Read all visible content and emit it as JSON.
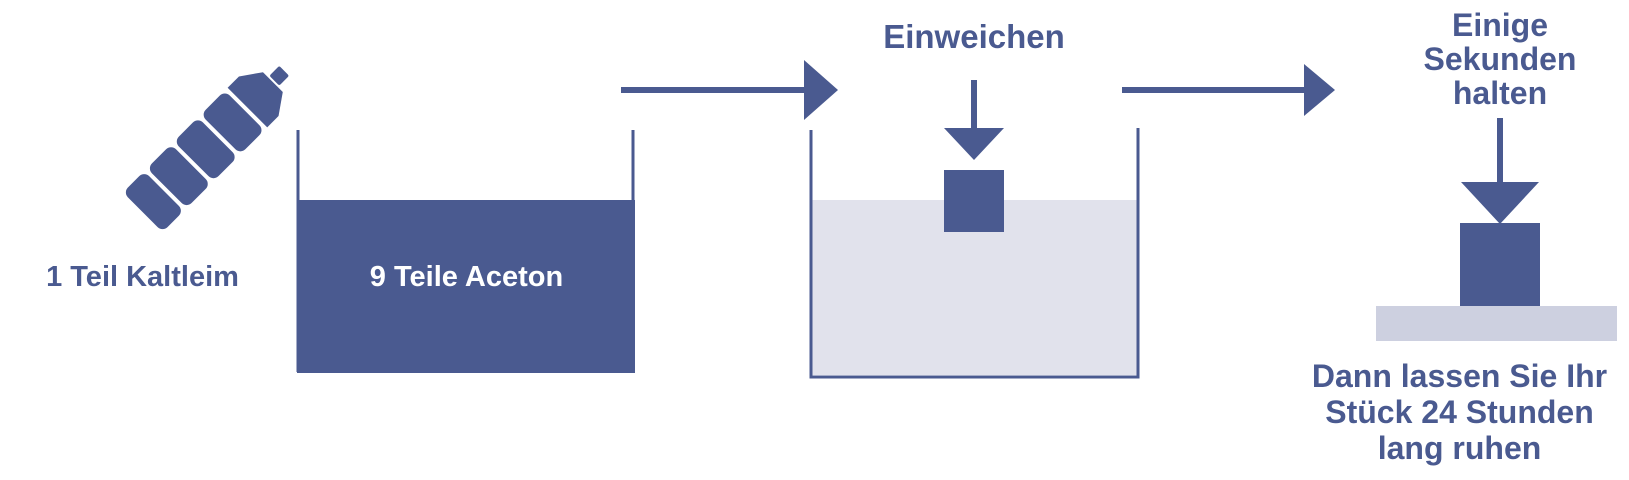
{
  "colors": {
    "primary": "#4a5a90",
    "liquid": "#e1e2ec",
    "surface": "#cdd0e0",
    "background": "#ffffff"
  },
  "step1": {
    "bottle_label": "1 Teil Kaltleim",
    "container_label": "9 Teile Aceton"
  },
  "step2": {
    "label": "Einweichen"
  },
  "step3": {
    "label": [
      "Einige",
      "Sekunden",
      "halten"
    ],
    "caption": [
      "Dann lassen Sie Ihr",
      "Stück 24 Stunden",
      "lang ruhen"
    ]
  }
}
